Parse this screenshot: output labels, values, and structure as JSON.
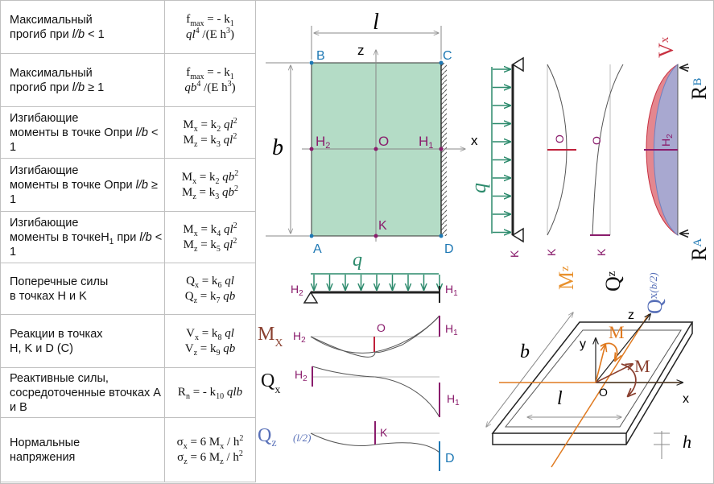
{
  "table": {
    "rows": [
      {
        "label_parts": [
          "Максимальный",
          "прогиб при ",
          "l/b",
          " < 1"
        ],
        "formula": [
          [
            "f",
            "max",
            " = - k",
            "1",
            ""
          ],
          [
            "",
            "",
            "ql",
            "4",
            " /(E h",
            "3",
            ")"
          ]
        ]
      },
      {
        "label_parts": [
          "Максимальный",
          "прогиб при ",
          "l/b",
          " ≥ 1"
        ],
        "formula": [
          [
            "f",
            "max",
            " = - k",
            "1",
            ""
          ],
          [
            "",
            "",
            "qb",
            "4",
            " /(E h",
            "3",
            ")"
          ]
        ]
      },
      {
        "label_parts": [
          "Изгибающие",
          "моменты в точке O",
          "при ",
          "l/b",
          " < 1"
        ],
        "formula": [
          [
            "M",
            "x",
            " = k",
            "2",
            " ql",
            "2"
          ],
          [
            "M",
            "z",
            " = k",
            "3",
            " ql",
            "2"
          ]
        ]
      },
      {
        "label_parts": [
          "Изгибающие",
          "моменты в точке O",
          "при ",
          "l/b",
          " ≥ 1"
        ],
        "formula": [
          [
            "M",
            "x",
            " = k",
            "2",
            " qb",
            "2"
          ],
          [
            "M",
            "z",
            " = k",
            "3",
            " qb",
            "2"
          ]
        ]
      },
      {
        "label_parts": [
          "Изгибающие",
          "моменты в точке",
          "H",
          "1",
          " при ",
          "l/b",
          " < 1"
        ],
        "formula": [
          [
            "M",
            "x",
            " = k",
            "4",
            " ql",
            "2"
          ],
          [
            "M",
            "z",
            " = k",
            "5",
            " ql",
            "2"
          ]
        ]
      },
      {
        "label_parts": [
          "Поперечные силы",
          "в точках H и K"
        ],
        "formula": [
          [
            "Q",
            "x",
            " = k",
            "6",
            " ql"
          ],
          [
            "Q",
            "z",
            " =  k",
            "7",
            " qb"
          ]
        ]
      },
      {
        "label_parts": [
          "Реакции в точках",
          "H, K и D (C)"
        ],
        "formula": [
          [
            "V",
            "x",
            " = k",
            "8",
            " ql"
          ],
          [
            "V",
            "z",
            " = k",
            "9",
            " qb"
          ]
        ]
      },
      {
        "label_parts": [
          "Реактивные силы,",
          "сосредоточенные в",
          "точках A и B"
        ],
        "formula": [
          [
            "R",
            "n",
            " = - k",
            "10",
            " qlb"
          ]
        ]
      },
      {
        "label_parts": [
          "Нормальные",
          "напряжения"
        ],
        "formula": [
          [
            "σ",
            "x",
            " = 6 M",
            "x",
            " / h",
            "2"
          ],
          [
            "σ",
            "z",
            " = 6 M",
            "z",
            " / h",
            "2"
          ]
        ]
      }
    ]
  },
  "plate": {
    "dim_l": "l",
    "dim_b": "b",
    "axis_z": "z",
    "axis_x": "x",
    "corners": {
      "A": "A",
      "B": "B",
      "C": "C",
      "D": "D"
    },
    "points": {
      "H2": "H",
      "H2_sub": "2",
      "O": "O",
      "H1": "H",
      "H1_sub": "1",
      "K": "K"
    },
    "colors": {
      "fill": "#b4dcc6",
      "corner": "#1e78b4",
      "point": "#8a1c6c"
    }
  },
  "beam_x": {
    "load_label": "q",
    "left_label": "H",
    "left_sub": "2",
    "right_label": "H",
    "right_sub": "1",
    "mx": {
      "label": "M",
      "sub": "X",
      "left": "H",
      "left_sub": "2",
      "center": "O",
      "right": "H",
      "right_sub": "1"
    },
    "qx": {
      "label": "Q",
      "sub": "x",
      "left": "H",
      "left_sub": "2",
      "right": "H",
      "right_sub": "1"
    },
    "qz": {
      "label": "Q",
      "sub": "z",
      "frac_num": "l",
      "frac_den": "2",
      "center": "K",
      "right": "D"
    }
  },
  "beam_z": {
    "load_label": "q",
    "bottom_label": "K",
    "mz": {
      "label": "M",
      "sub": "z",
      "center": "O",
      "bottom": "K"
    },
    "qz": {
      "label": "Q",
      "sub": "z",
      "center": "O",
      "bottom": "K"
    },
    "qxb": {
      "label": "Q",
      "sub": "x",
      "frac_num": "b",
      "frac_den": "2",
      "center": "H",
      "center_sub": "2"
    },
    "vx": {
      "label": "V",
      "sub": "x"
    },
    "rb": {
      "label": "R",
      "sub": "B"
    },
    "ra": {
      "label": "R",
      "sub": "A"
    },
    "colors": {
      "load": "#2c8a6c",
      "mz": "#e8902c",
      "qx": "#7080c0",
      "vx": "#c83040"
    }
  },
  "iso": {
    "dim_b": "b",
    "dim_l": "l",
    "dim_h": "h",
    "axis_z": "z",
    "axis_y": "y",
    "axis_x": "x",
    "origin": "O",
    "moment_1": "M",
    "moment_2": "M"
  }
}
